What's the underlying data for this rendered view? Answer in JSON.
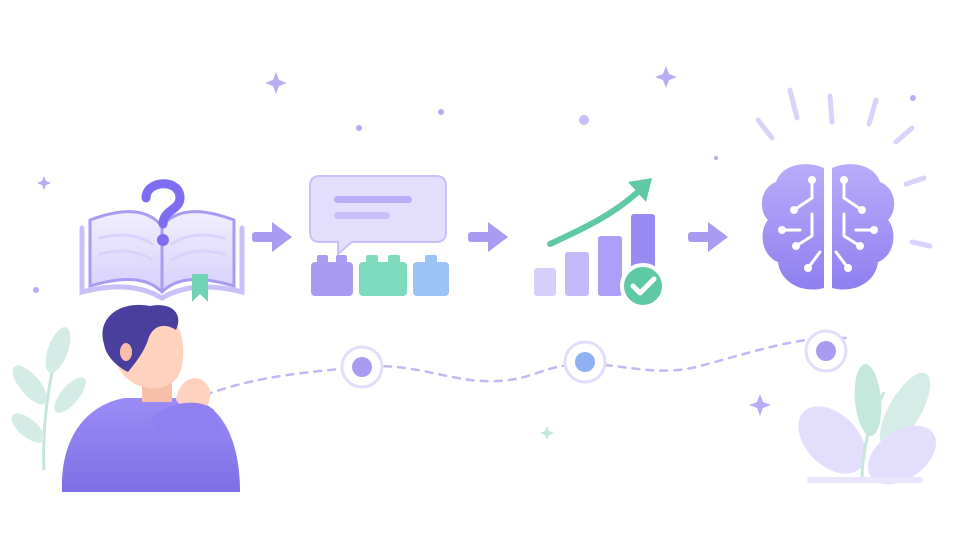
{
  "palette": {
    "primary": "#8b7cf0",
    "primary_light": "#c9c0fa",
    "primary_pale": "#e7e3fd",
    "teal": "#6fd3b4",
    "blue": "#9cc3f5",
    "skin": "#ffd2bf",
    "hair": "#4b3f9e"
  },
  "steps": [
    {
      "icon": "open-book-question-icon"
    },
    {
      "icon": "chat-bubble-blocks-icon"
    },
    {
      "icon": "growth-chart-check-icon"
    },
    {
      "icon": "brain-circuit-icon"
    }
  ],
  "path_nodes": [
    {
      "color": "#a99bf2"
    },
    {
      "color": "#8fb0f2"
    },
    {
      "color": "#a99bf2"
    }
  ],
  "figures": {
    "person": "thinking-person",
    "plants": [
      "plant-left",
      "plant-right"
    ]
  }
}
